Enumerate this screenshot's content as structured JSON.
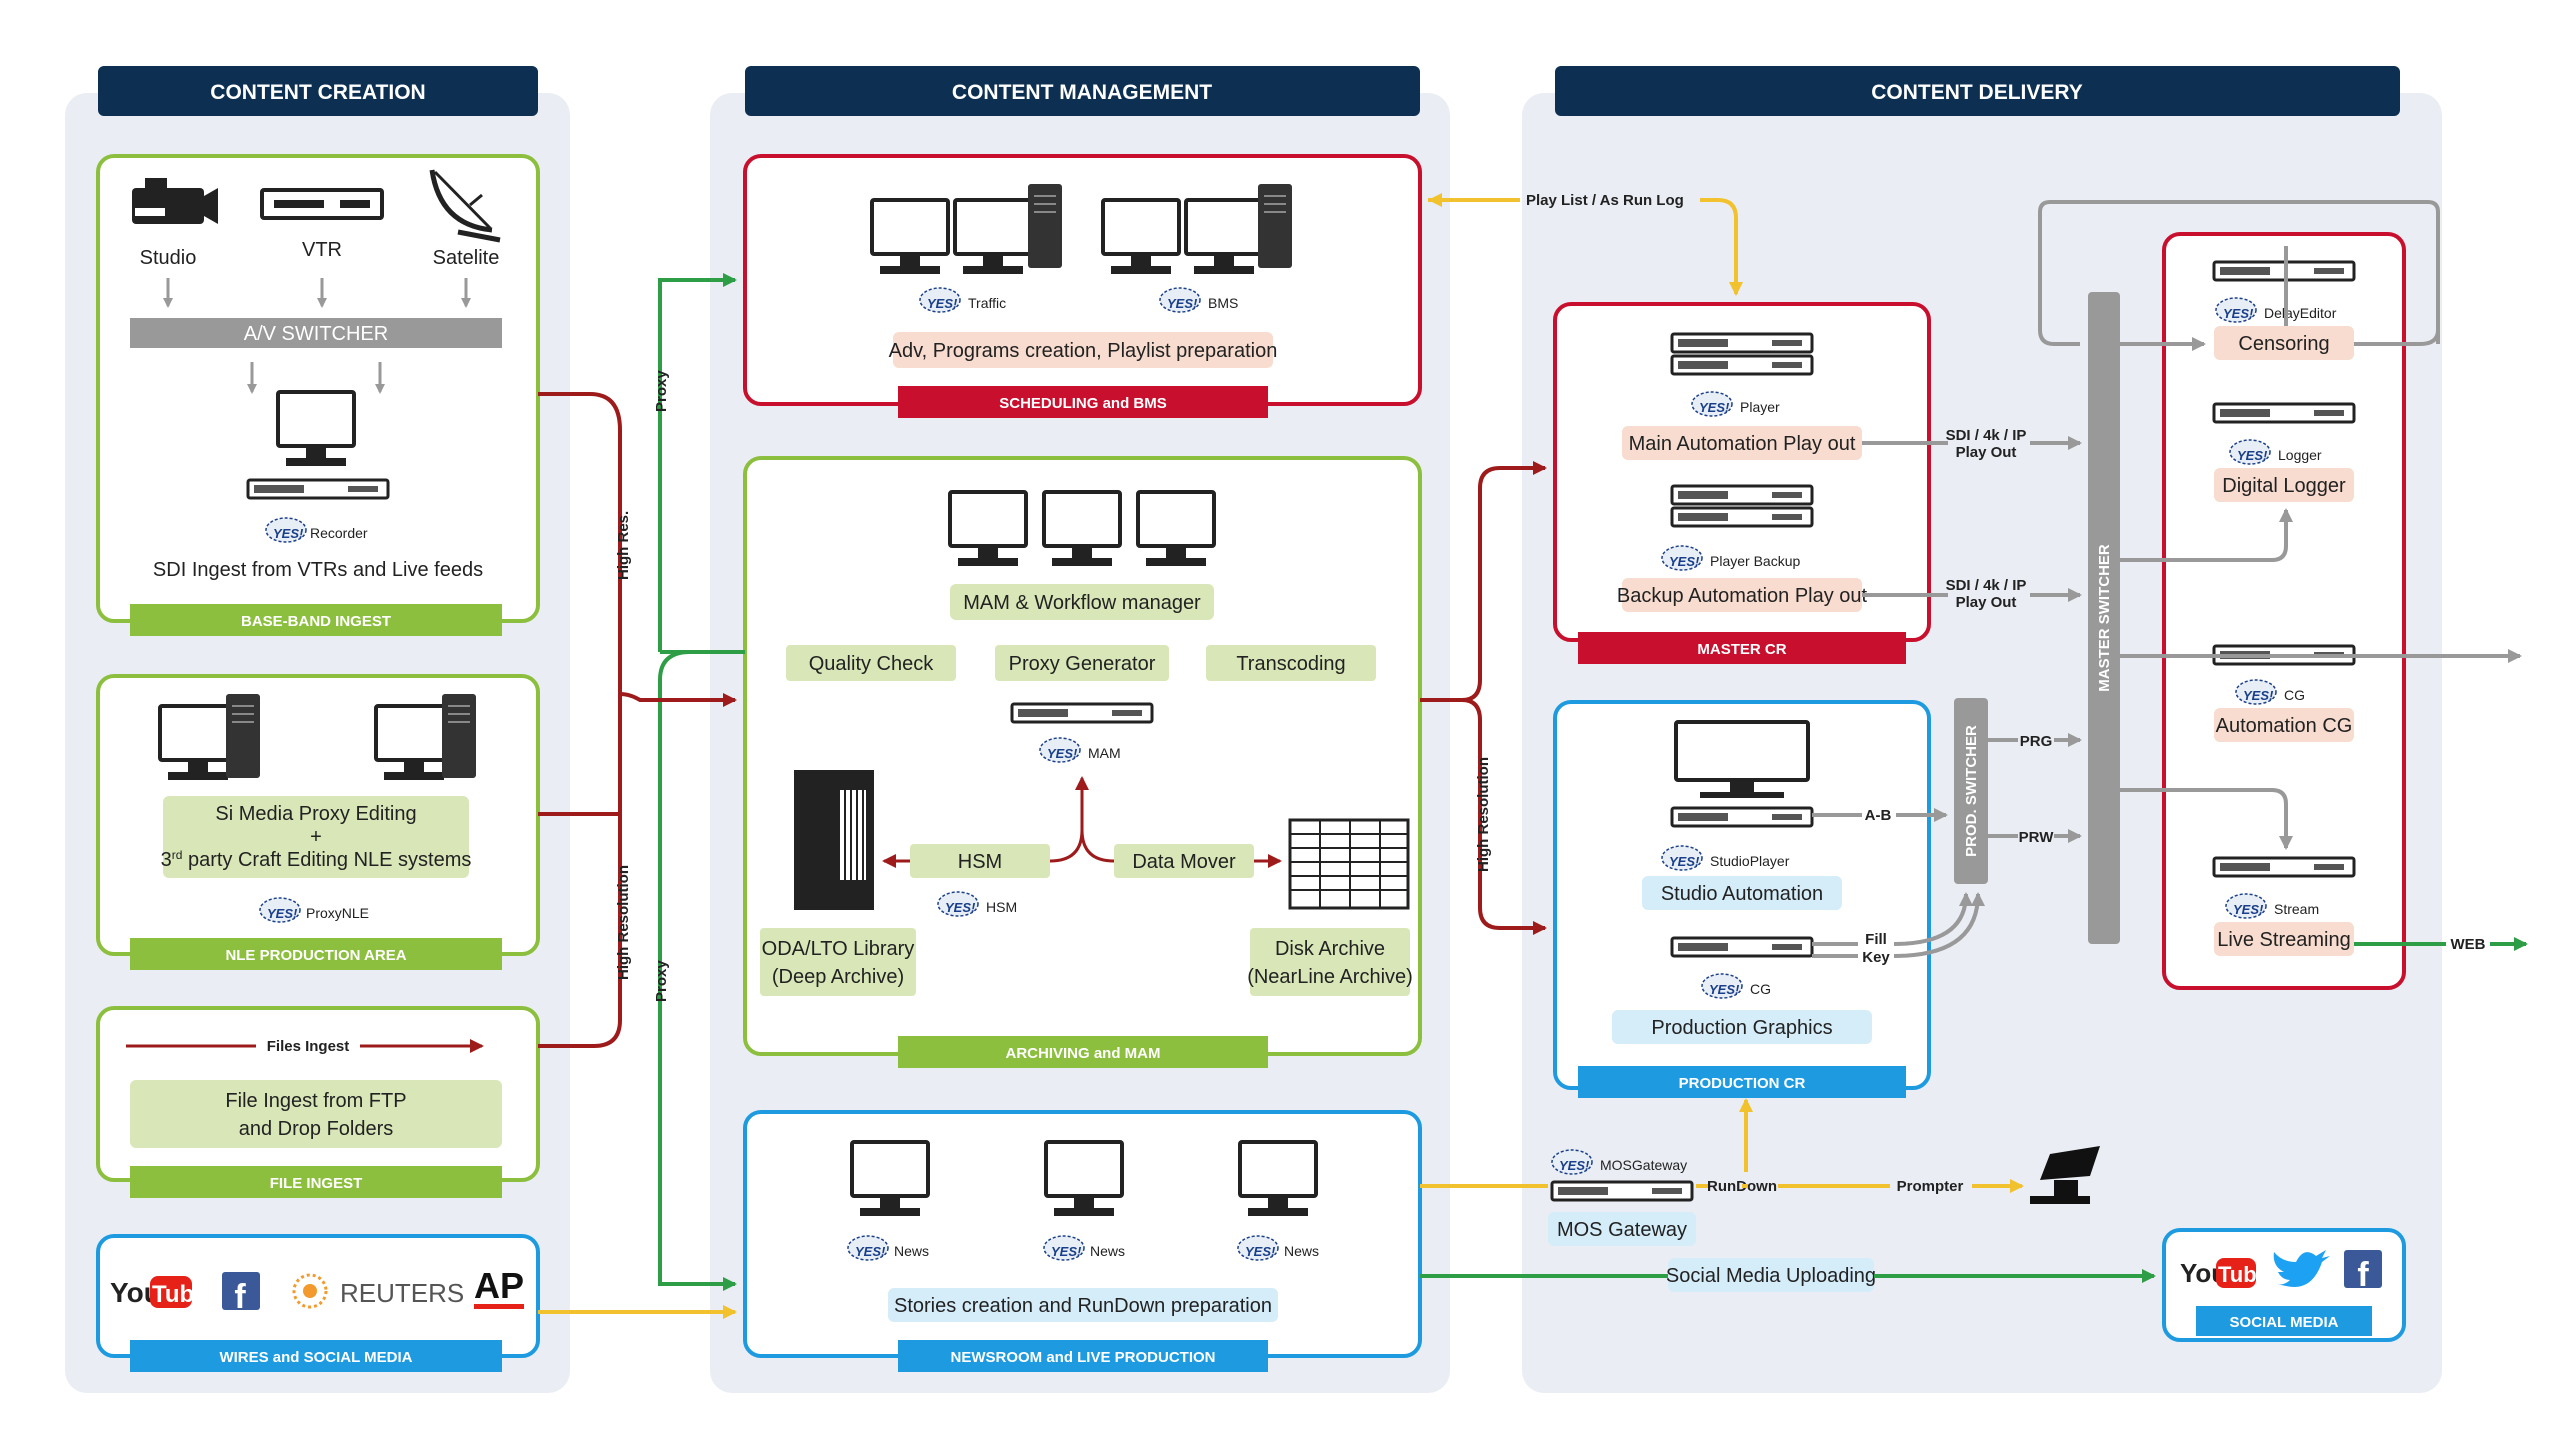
{
  "columns": {
    "creation": "CONTENT CREATION",
    "management": "CONTENT MANAGEMENT",
    "delivery": "CONTENT DELIVERY"
  },
  "baseband": {
    "sources": [
      "Studio",
      "VTR",
      "Satelite"
    ],
    "switcher": "A/V SWITCHER",
    "product": "Recorder",
    "description": "SDI Ingest from VTRs and Live feeds",
    "footer": "BASE-BAND INGEST"
  },
  "nle": {
    "line1": "Si Media Proxy Editing",
    "plus": "+",
    "line3_prefix": "3",
    "line3_sup": "rd",
    "line3_rest": " party Craft Editing NLE systems",
    "product": "ProxyNLE",
    "footer": "NLE PRODUCTION AREA"
  },
  "file_ingest": {
    "arrow_label": "Files Ingest",
    "line1": "File Ingest from FTP",
    "line2": "and Drop Folders",
    "footer": "FILE INGEST"
  },
  "wires": {
    "youtube_you": "You",
    "youtube_tube": "Tube",
    "facebook": "f",
    "reuters": "REUTERS",
    "ap": "AP",
    "footer": "WIRES and SOCIAL MEDIA"
  },
  "scheduling": {
    "products": [
      "Traffic",
      "BMS"
    ],
    "description": "Adv, Programs creation, Playlist preparation",
    "footer": "SCHEDULING and BMS"
  },
  "archiving": {
    "workflow": "MAM & Workflow manager",
    "modules": [
      "Quality Check",
      "Proxy Generator",
      "Transcoding"
    ],
    "mam_product": "MAM",
    "hsm": "HSM",
    "hsm_product": "HSM",
    "data_mover": "Data Mover",
    "oda_line1": "ODA/LTO Library",
    "oda_line2": "(Deep Archive)",
    "disk_line1": "Disk Archive",
    "disk_line2": "(NearLine Archive)",
    "footer": "ARCHIVING and MAM"
  },
  "newsroom": {
    "products": [
      "News",
      "News",
      "News"
    ],
    "description": "Stories creation and RunDown preparation",
    "footer": "NEWSROOM and LIVE PRODUCTION"
  },
  "master_cr": {
    "player": "Player",
    "main": "Main Automation Play out",
    "player_backup": "Player Backup",
    "backup": "Backup Automation Play out",
    "footer": "MASTER CR"
  },
  "production_cr": {
    "studio_player": "StudioPlayer",
    "studio_automation": "Studio Automation",
    "cg": "CG",
    "graphics": "Production Graphics",
    "footer": "PRODUCTION CR"
  },
  "switchers": {
    "prod": "PROD. SWITCHER",
    "master": "MASTER SWITCHER"
  },
  "outputs": {
    "delay_editor": "DelayEditor",
    "censoring": "Censoring",
    "logger": "Logger",
    "digital_logger": "Digital Logger",
    "cg": "CG",
    "automation_cg": "Automation CG",
    "stream": "Stream",
    "live_streaming": "Live Streaming"
  },
  "social": {
    "youtube_you": "You",
    "youtube_tube": "Tube",
    "facebook": "f",
    "footer": "SOCIAL MEDIA"
  },
  "mos": {
    "product": "MOSGateway",
    "label": "MOS Gateway"
  },
  "yes_badge": "YES!",
  "edge_labels": {
    "proxy": "Proxy",
    "high_res": "High Res.",
    "high_resolution": "High Resolution",
    "playlist": "Play List / As Run Log",
    "sdi_line1": "SDI / 4k / IP",
    "sdi_line2": "Play Out",
    "ab": "A-B",
    "fill": "Fill",
    "key": "Key",
    "prg": "PRG",
    "prw": "PRW",
    "web": "WEB",
    "rundown": "RunDown",
    "prompter": "Prompter",
    "social_upload": "Social Media Uploading"
  },
  "colors": {
    "navy": "#0d2f52",
    "green": "#8dbf3f",
    "green_fill": "#d9e7b8",
    "red": "#c8102e",
    "red_fill": "#f7dccf",
    "blue": "#1e9be0",
    "blue_fill": "#d5ecf9",
    "column_bg": "#eaeef4",
    "arrow_green": "#2e9e46",
    "arrow_red": "#9e1b1b",
    "arrow_yellow": "#f2c12e",
    "arrow_gray": "#999999"
  }
}
